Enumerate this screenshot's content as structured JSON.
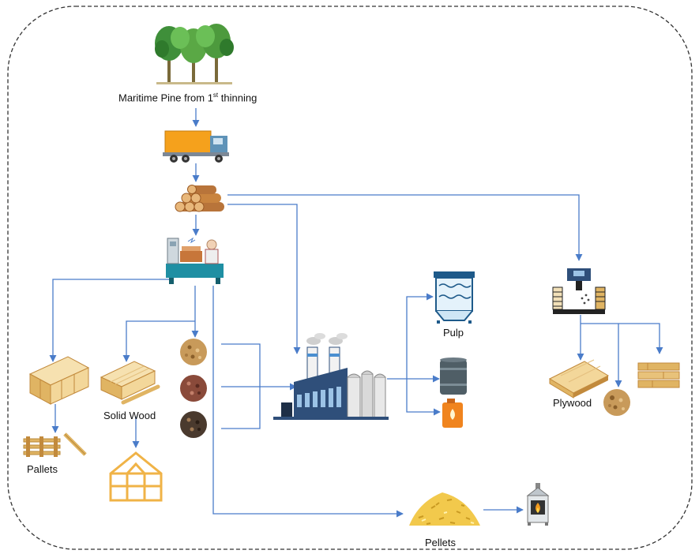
{
  "labels": {
    "source_main": "Maritime Pine from 1",
    "source_sup": "st",
    "source_tail": " thinning",
    "pulp": "Pulp",
    "plywood": "Plywood",
    "solid_wood": "Solid Wood",
    "pallets": "Pallets",
    "pellets": "Pellets"
  },
  "icons": {
    "forest": "pine-trees-icon",
    "truck": "log-truck-icon",
    "logs": "log-pile-icon",
    "sawmill": "sawmill-icon",
    "biorefinery": "biorefinery-factory-icon",
    "pulp": "pulp-tank-icon",
    "oil_barrel": "oil-barrel-icon",
    "fuel_can": "fuel-can-icon",
    "plywood_mill": "plywood-press-icon",
    "plywood_sheet": "plywood-sheet-icon",
    "boards": "boards-icon",
    "sawdust": "sawdust-icon",
    "sawn_beams": "sawn-beams-icon",
    "solid_wood": "solid-wood-icon",
    "pallets": "pallets-icon",
    "timber_frame": "timber-frame-icon",
    "pellet_pile": "pellet-pile-icon",
    "stove": "pellet-stove-icon",
    "chips": "wood-chips-icon",
    "bark": "bark-icon",
    "sawdust_dark": "dark-sawdust-icon"
  },
  "colors": {
    "arrow": "#4a7cc9",
    "border": "#333333",
    "wood_light": "#f3d79a",
    "wood_mid": "#e0b463",
    "wood_dark": "#c28a3c",
    "factory_blue": "#2f4f7a",
    "truck_orange": "#f5a11c",
    "fuel_orange": "#f0841e",
    "pellet_yellow": "#f2c94c"
  }
}
